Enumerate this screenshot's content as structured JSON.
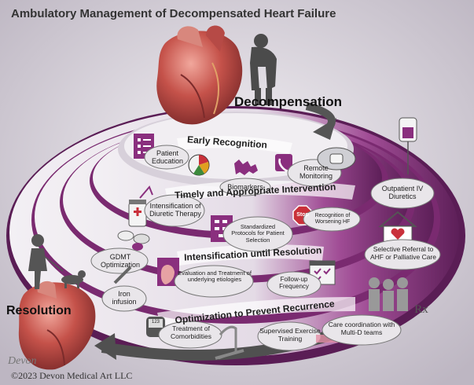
{
  "title": "Ambulatory Management of Decompensated Heart Failure",
  "signature": "Devon",
  "decompensation": "Decompensation",
  "resolution": "Resolution",
  "copyright": "©2023 Devon Medical Art LLC",
  "bands": {
    "early_recognition": "Early Recognition",
    "timely_intervention": "Timely and Appropriate Intervention",
    "intensification": "Intensification until Resolution",
    "optimization": "Optimization to Prevent Recurrence"
  },
  "items": {
    "patient_education": "Patient Education",
    "biomarkers": "Biomarkers",
    "remote_monitoring": "Remote Monitoring",
    "outpatient_iv_diuretics": "Outpatient IV Diuretics",
    "intensification_diuretic": "Intensification of Diuretic Therapy",
    "standardized_protocols": "Standardized Protocols for Patient Selection",
    "stop_badge": "Stop",
    "recognition_worsening": "Recognition of Worsening HF",
    "selective_referral": "Selective Referral to AHF or Palliative Care",
    "gdmt": "GDMT Optimization",
    "evaluation_treatment": "Evaluation and Treatment of underlying etiologies",
    "follow_up": "Follow-up Frequency",
    "iron_infusion": "Iron infusion",
    "treatment_comorbidities": "Treatment of Comorbidities",
    "supervised_exercise": "Supervised Exercise Training",
    "care_coordination": "Care coordination with Multi-D teams",
    "meter_value": "123",
    "rx_symbol": "Rx"
  },
  "colors": {
    "band_purple": "#8a2f7e",
    "band_dark": "#5d1f58",
    "band_light": "#ece8ee",
    "heart_red": "#b8423f",
    "arrow_gray": "#555555",
    "stop_red": "#c9303a"
  }
}
